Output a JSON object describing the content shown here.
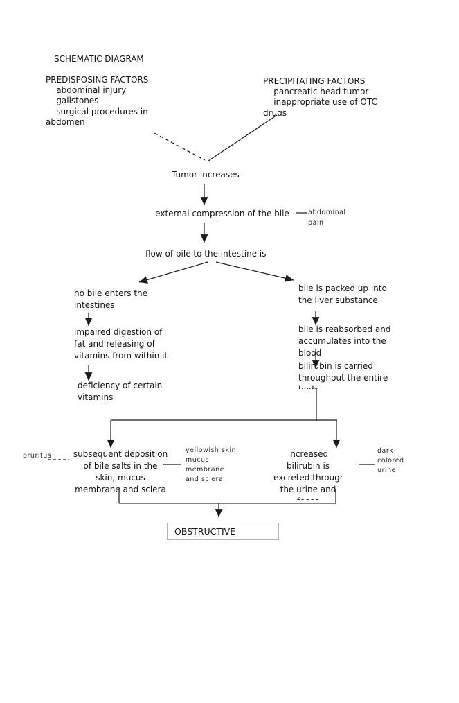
{
  "title": "SCHEMATIC DIAGRAM",
  "colors": {
    "background": "#ffffff",
    "text": "#141414",
    "line": "#1a1a1a",
    "result_box_border": "#b3b3b3"
  },
  "factors": {
    "predisposing": "PREDISPOSING FACTORS\n    abdominal injury\n    gallstones\n    surgical procedures in\nabdomen",
    "precipitating": "PRECIPITATING FACTORS\n    pancreatic head tumor\n    inappropriate use of OTC\ndrugs"
  },
  "flow_nodes": {
    "tumor": "Tumor increases",
    "compression": "external compression of the bile\nduct",
    "flow_of_bile": "flow of bile to the intestine is",
    "no_bile": "no bile enters the\nintestines",
    "impaired": "impaired digestion of\nfat and releasing of\nvitamins from within it",
    "deficiency": "deficiency of certain\nvitamins",
    "packed": "bile is packed up into\nthe liver substance",
    "reabsorbed": "bile is reabsorbed and\naccumulates into the\nblood",
    "carried": "bilirubin is carried\nthroughout the entire\nbody",
    "deposition": "subsequent deposition\nof bile salts in the\nskin, mucus\nmembrane and sclera",
    "increased": "increased\nbilirubin is\nexcreted through\nthe urine and\nfeces",
    "result": "OBSTRUCTIVE"
  },
  "annotations": {
    "abdominal_pain": "abdominal\npain",
    "pruritus": "pruritus",
    "yellowish": "yellowish skin,\nmucus\nmembrane\nand sclera",
    "dark_urine": "dark-\ncolored\nurine"
  }
}
